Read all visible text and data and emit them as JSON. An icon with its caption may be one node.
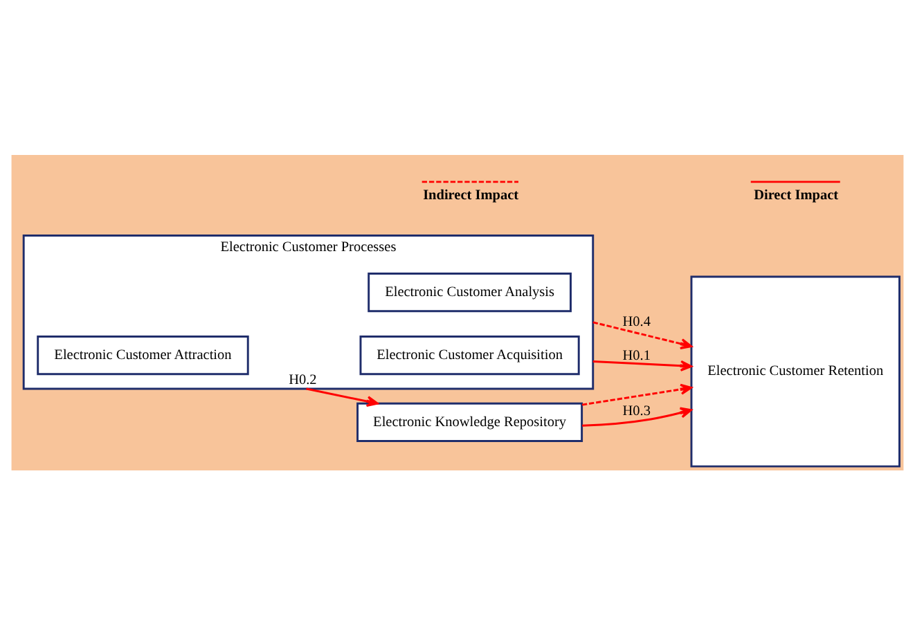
{
  "diagram": {
    "nodes": [
      {
        "text": [
          "Electronic Customer Processes"
        ]
      },
      {
        "text": [
          "Electronic Customer Analysis"
        ],
        "in": 0
      },
      {
        "text": [
          "Electronic Customer Attraction"
        ],
        "in": 0
      },
      {
        "text": [
          "Electronic Customer Acquisition"
        ],
        "in": 0
      },
      {
        "text": [
          "Electronic Knowledge Repository"
        ]
      },
      {
        "text": [
          "Electronic Customer Retention"
        ]
      }
    ],
    "edges": [
      {
        "from": 0,
        "to": 5,
        "arrow": "to",
        "label": "H0.4",
        "style": "dashed"
      },
      {
        "from": 4,
        "to": 5,
        "arrow": "to",
        "style": "dashed"
      },
      {
        "from": 0,
        "to": 4,
        "arrow": "to",
        "label": "H0.2"
      },
      {
        "from": 4,
        "to": 5,
        "arrow": "to",
        "label": "H0.3"
      },
      {
        "from": 0,
        "to": 5,
        "arrow": "to",
        "label": "H0.1"
      }
    ],
    "legend": [
      {
        "text": "Indirect Impact"
      },
      {
        "text": "Direct Impact"
      }
    ]
  }
}
